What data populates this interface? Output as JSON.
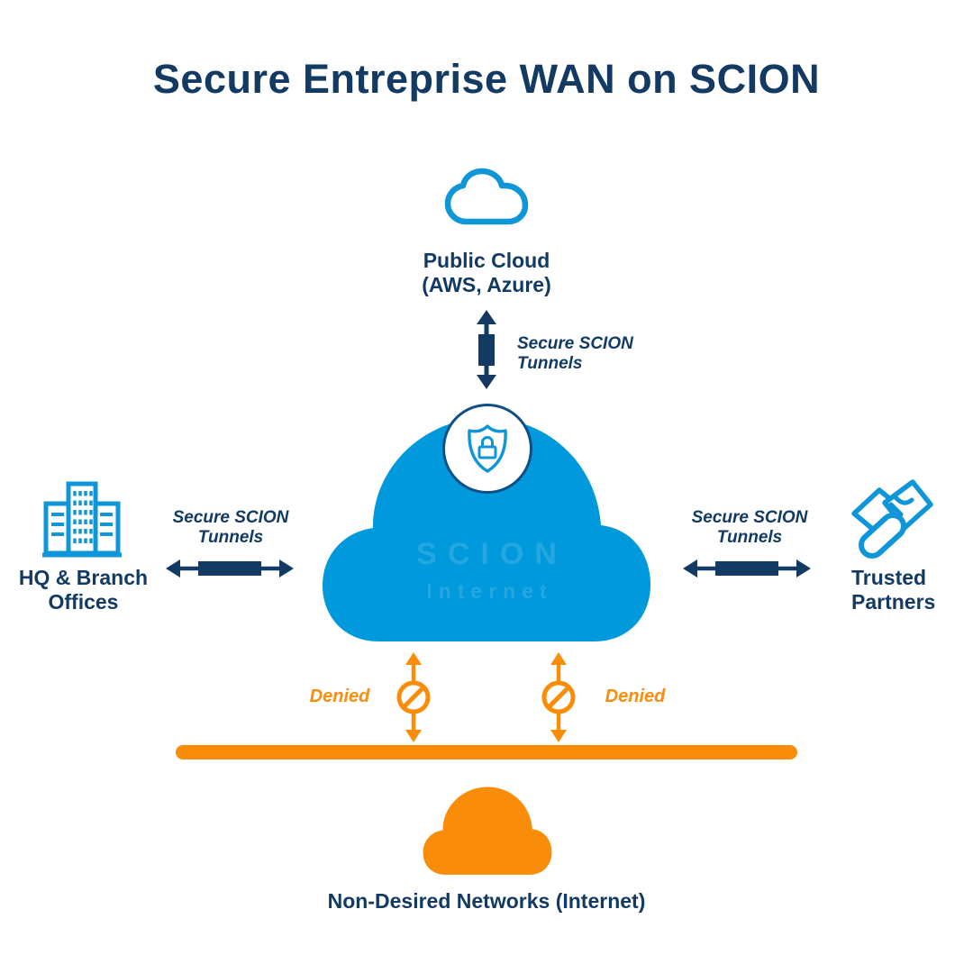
{
  "title": "Secure Entreprise WAN on SCION",
  "colors": {
    "navy": "#123A63",
    "icon_blue": "#0E96D8",
    "cloud_blue": "#0099DC",
    "orange": "#F98D09",
    "badge_ring": "#0E4F86",
    "background": "#FFFFFF"
  },
  "nodes": {
    "public_cloud": {
      "line1": "Public Cloud",
      "line2": "(AWS, Azure)",
      "icon": "cloud-outline-icon"
    },
    "scion_cloud": {
      "line1": "SCION",
      "line2": "Internet",
      "icon": "shield-lock-icon"
    },
    "hq_offices": {
      "line1": "HQ & Branch",
      "line2": "Offices",
      "icon": "building-icon"
    },
    "trusted_partners": {
      "line1": "Trusted",
      "line2": "Partners",
      "icon": "handshake-icon"
    },
    "non_desired": {
      "label": "Non-Desired Networks (Internet)",
      "icon": "cloud-solid-orange-icon"
    }
  },
  "labels": {
    "tunnel": {
      "line1": "Secure SCION",
      "line2": "Tunnels"
    },
    "denied": "Denied"
  }
}
